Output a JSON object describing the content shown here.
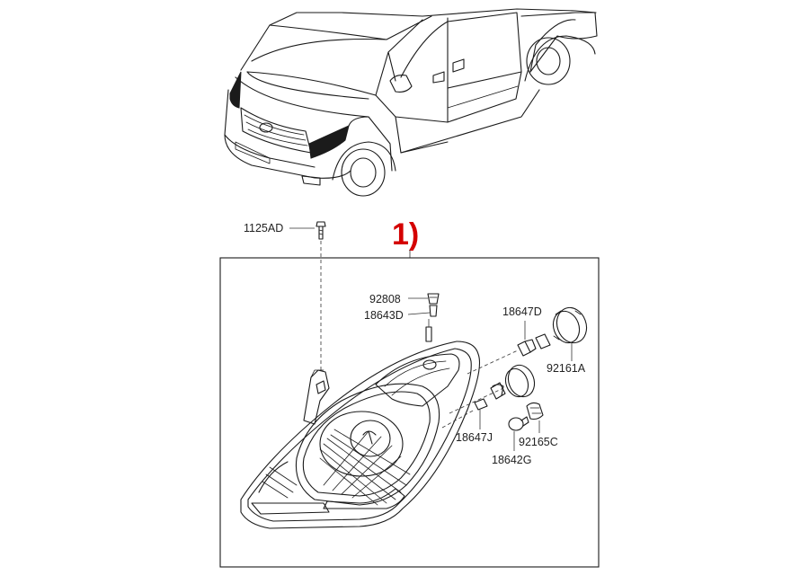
{
  "figure": {
    "title": "1)",
    "title_color": "#d40000",
    "vehicle": "van-front-three-quarter-view",
    "highlight": "headlamp-location",
    "parts": [
      {
        "id": "1125AD",
        "name": "bolt"
      },
      {
        "id": "92808",
        "name": "bulb-holder"
      },
      {
        "id": "18643D",
        "name": "bulb"
      },
      {
        "id": "18647D",
        "name": "bulb"
      },
      {
        "id": "92161A",
        "name": "cap"
      },
      {
        "id": "18647J",
        "name": "bulb"
      },
      {
        "id": "92165C",
        "name": "socket"
      },
      {
        "id": "18642G",
        "name": "bulb"
      }
    ]
  }
}
